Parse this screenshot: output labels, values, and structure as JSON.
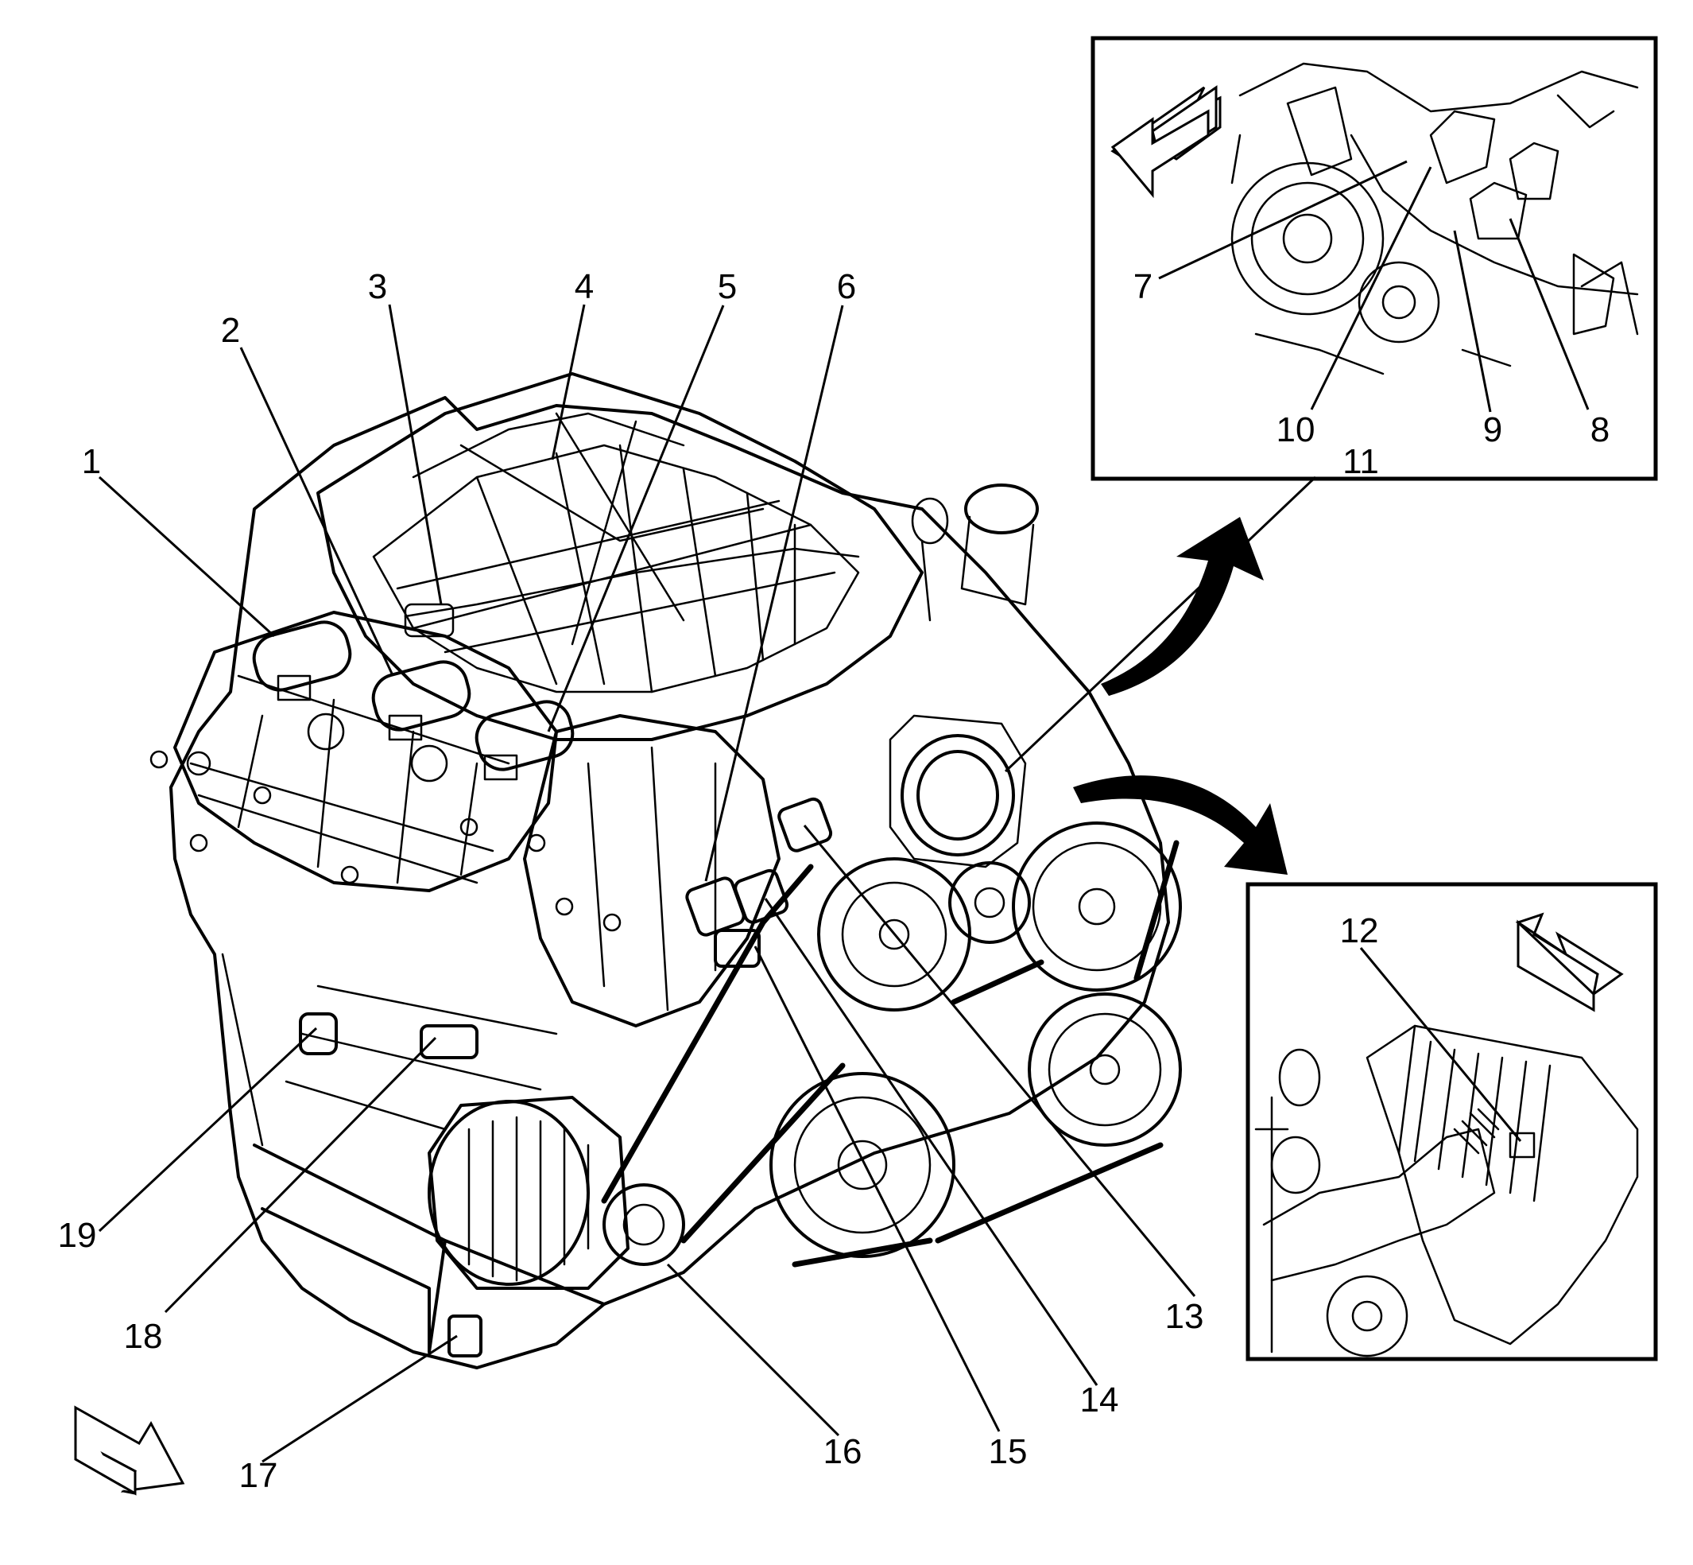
{
  "callouts": [
    {
      "id": "1",
      "label": "1"
    },
    {
      "id": "2",
      "label": "2"
    },
    {
      "id": "3",
      "label": "3"
    },
    {
      "id": "4",
      "label": "4"
    },
    {
      "id": "5",
      "label": "5"
    },
    {
      "id": "6",
      "label": "6"
    },
    {
      "id": "7",
      "label": "7"
    },
    {
      "id": "8",
      "label": "8"
    },
    {
      "id": "9",
      "label": "9"
    },
    {
      "id": "10",
      "label": "10"
    },
    {
      "id": "11",
      "label": "11"
    },
    {
      "id": "12",
      "label": "12"
    },
    {
      "id": "13",
      "label": "13"
    },
    {
      "id": "14",
      "label": "14"
    },
    {
      "id": "15",
      "label": "15"
    },
    {
      "id": "16",
      "label": "16"
    },
    {
      "id": "17",
      "label": "17"
    },
    {
      "id": "18",
      "label": "18"
    },
    {
      "id": "19",
      "label": "19"
    }
  ],
  "colors": {
    "ink": "#000000",
    "background": "#ffffff"
  },
  "icons": {
    "main_direction": "hollow-direction-arrow-icon",
    "inset_top_direction": "hollow-direction-arrow-icon",
    "inset_bottom_direction": "hollow-direction-arrow-icon",
    "view_top_pointer": "curved-solid-arrow-icon",
    "view_bottom_pointer": "curved-solid-arrow-icon"
  }
}
